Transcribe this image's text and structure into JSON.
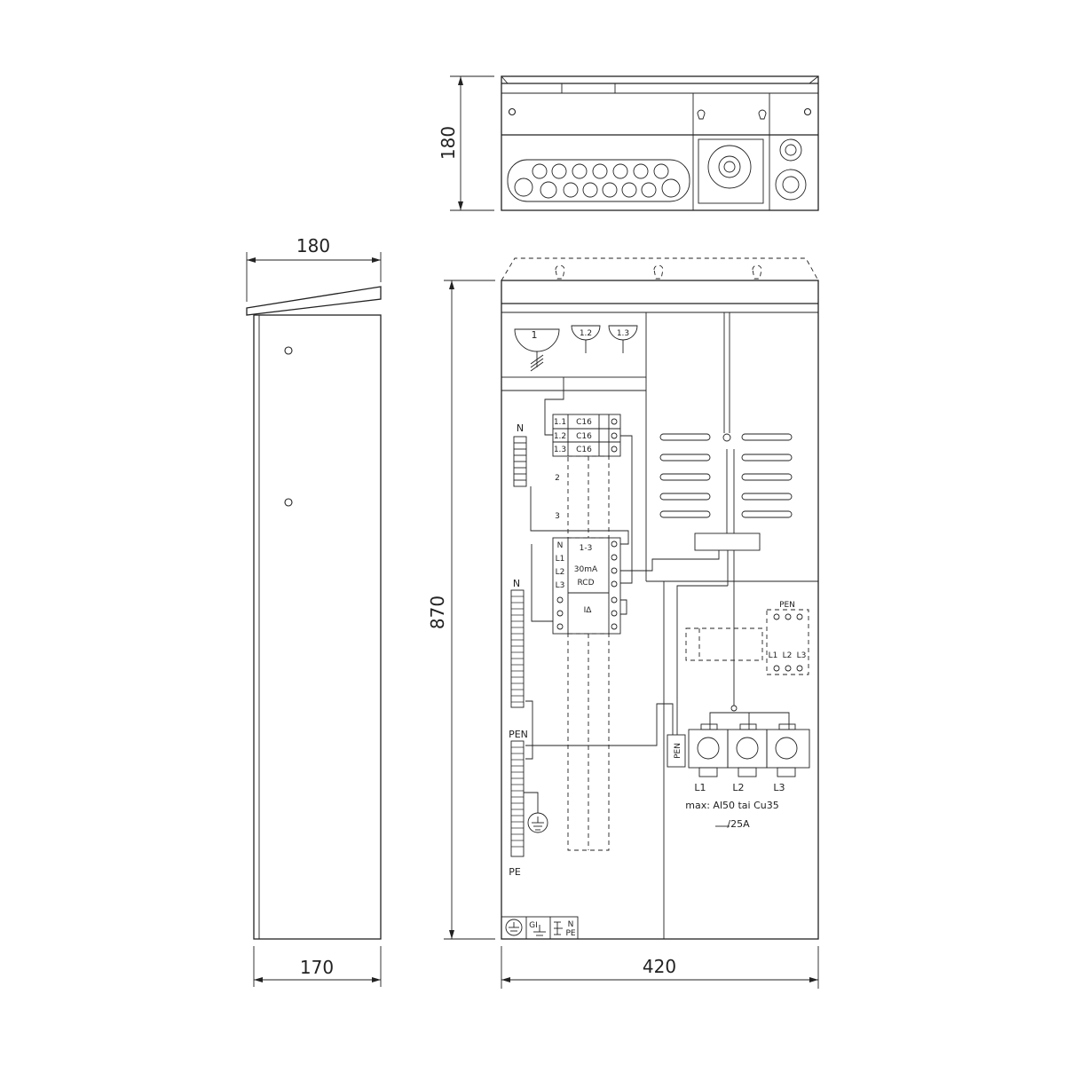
{
  "dimensions": {
    "top_height": "180",
    "side_depth_top": "180",
    "side_depth_bottom": "170",
    "front_height": "870",
    "front_width": "420"
  },
  "labels": {
    "n_upper": "N",
    "n_lower": "N",
    "pen_left": "PEN",
    "pe_left": "PE",
    "pen_right": "PEN",
    "pen_vertical": "PEN",
    "l1_small": "L1",
    "l2_small": "L2",
    "l3_small": "L3",
    "fuse_1": "1",
    "fuse_12": "1.2",
    "fuse_13": "1.3",
    "group_2": "2",
    "group_3": "3",
    "term_L1": "L1",
    "term_L2": "L2",
    "term_L3": "L3",
    "max_text": "max: Al50  tai  Cu35",
    "rating": "/25A"
  },
  "breakers": [
    {
      "id": "1.1",
      "rating": "C16"
    },
    {
      "id": "1.2",
      "rating": "C16"
    },
    {
      "id": "1.3",
      "rating": "C16"
    }
  ],
  "rcd": {
    "title": "1-3",
    "current": "30mA",
    "type": "RCD",
    "test": "IΔ",
    "poles": [
      "N",
      "L1",
      "L2",
      "L3"
    ]
  },
  "legend_symbols": [
    "earth-symbol",
    "gi-symbol",
    "n-pe-symbol"
  ],
  "legend_text": {
    "gi": "GI",
    "n": "N",
    "pe": "PE"
  }
}
